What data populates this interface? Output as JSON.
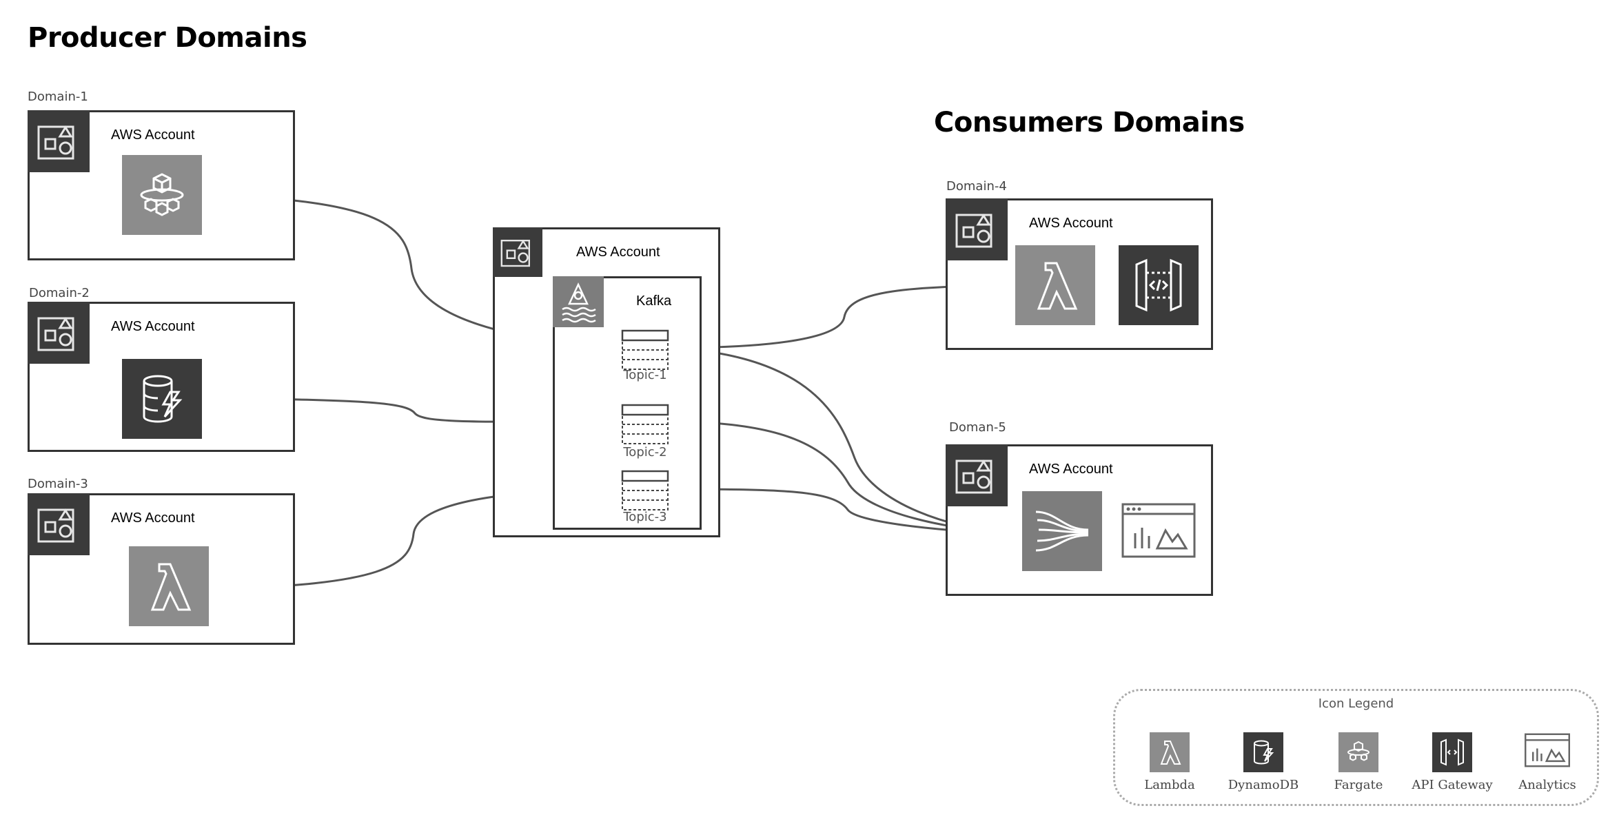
{
  "producers": {
    "heading": "Producer Domains",
    "domains": [
      {
        "label": "Domain-1",
        "account": "AWS Account",
        "service": "fargate-icon"
      },
      {
        "label": "Domain-2",
        "account": "AWS Account",
        "service": "dynamodb-icon"
      },
      {
        "label": "Domain-3",
        "account": "AWS Account",
        "service": "lambda-icon"
      }
    ]
  },
  "kafka": {
    "account": "AWS Account",
    "cluster_label": "Kafka",
    "topics": [
      "Topic-1",
      "Topic-2",
      "Topic-3"
    ]
  },
  "consumers": {
    "heading": "Consumers Domains",
    "domains": [
      {
        "label": "Domain-4",
        "account": "AWS Account",
        "services": [
          "lambda-icon",
          "api-gateway-icon"
        ]
      },
      {
        "label": "Doman-5",
        "account": "AWS Account",
        "services": [
          "kinesis-icon",
          "analytics-icon"
        ]
      }
    ]
  },
  "legend": {
    "title": "Icon Legend",
    "items": [
      {
        "label": "Lambda",
        "icon": "lambda-icon"
      },
      {
        "label": "DynamoDB",
        "icon": "dynamodb-icon"
      },
      {
        "label": "Fargate",
        "icon": "fargate-icon"
      },
      {
        "label": "API Gateway",
        "icon": "api-gateway-icon"
      },
      {
        "label": "Analytics",
        "icon": "analytics-icon"
      }
    ]
  },
  "colors": {
    "line": "#555555",
    "icon_dark": "#3b3b3b",
    "icon_mid": "#7d7d7d",
    "icon_light": "#8c8c8c"
  }
}
